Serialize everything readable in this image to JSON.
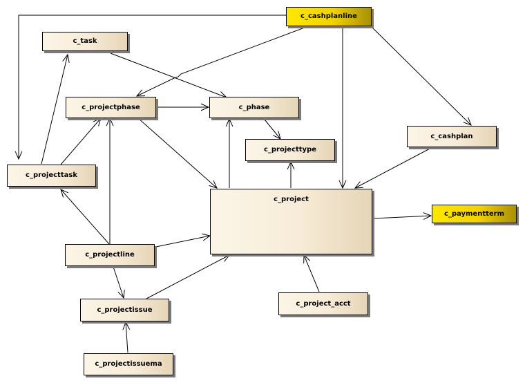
{
  "diagram": {
    "nodes": {
      "cashplanline": {
        "label": "c_cashplanline",
        "highlighted": true
      },
      "task": {
        "label": "c_task"
      },
      "projectphase": {
        "label": "c_projectphase"
      },
      "phase": {
        "label": "c_phase"
      },
      "projecttype": {
        "label": "c_projecttype"
      },
      "cashplan": {
        "label": "c_cashplan"
      },
      "projecttask": {
        "label": "c_projecttask"
      },
      "project": {
        "label": "c_project"
      },
      "paymentterm": {
        "label": "c_paymentterm",
        "highlighted": true
      },
      "projectline": {
        "label": "c_projectline"
      },
      "projectissue": {
        "label": "c_projectissue"
      },
      "project_acct": {
        "label": "c_project_acct"
      },
      "projectissuema": {
        "label": "c_projectissuema"
      }
    },
    "edges": [
      {
        "from": "cashplanline",
        "to": "projecttask"
      },
      {
        "from": "cashplanline",
        "to": "projectphase"
      },
      {
        "from": "cashplanline",
        "to": "project"
      },
      {
        "from": "cashplanline",
        "to": "cashplan"
      },
      {
        "from": "task",
        "to": "phase"
      },
      {
        "from": "projectphase",
        "to": "phase"
      },
      {
        "from": "projectphase",
        "to": "project"
      },
      {
        "from": "phase",
        "to": "projecttype"
      },
      {
        "from": "project",
        "to": "phase"
      },
      {
        "from": "project",
        "to": "projecttype"
      },
      {
        "from": "cashplan",
        "to": "project"
      },
      {
        "from": "project",
        "to": "paymentterm"
      },
      {
        "from": "projecttask",
        "to": "task"
      },
      {
        "from": "projecttask",
        "to": "projectphase"
      },
      {
        "from": "projectline",
        "to": "projecttask"
      },
      {
        "from": "projectline",
        "to": "projectphase"
      },
      {
        "from": "projectline",
        "to": "project"
      },
      {
        "from": "projectline",
        "to": "projectissue"
      },
      {
        "from": "projectissue",
        "to": "project"
      },
      {
        "from": "project_acct",
        "to": "project"
      },
      {
        "from": "projectissuema",
        "to": "projectissue"
      }
    ]
  }
}
